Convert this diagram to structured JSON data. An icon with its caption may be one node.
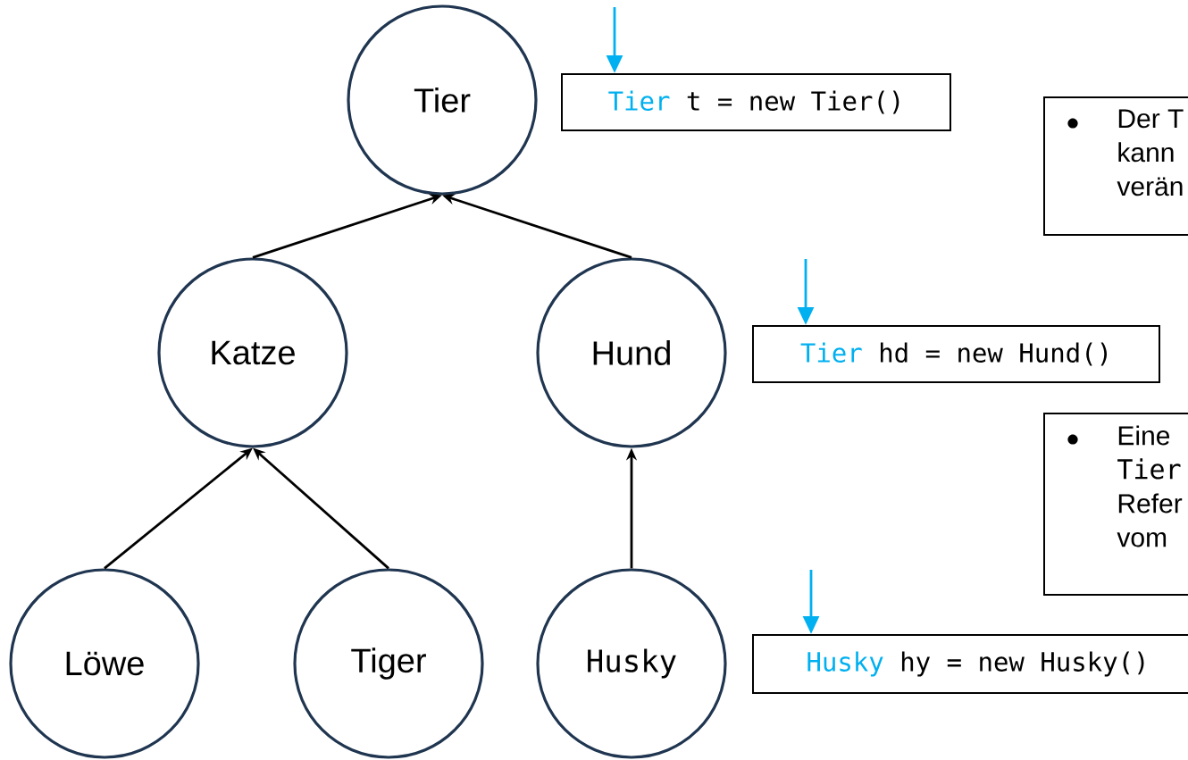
{
  "diagram": {
    "nodes": [
      {
        "text": [
          "Tier"
        ]
      },
      {
        "text": [
          "Tier",
          "t = new Tier()"
        ]
      },
      {
        "text": [
          "Der T",
          "kann",
          "verän"
        ]
      },
      {
        "text": [
          "Katze"
        ]
      },
      {
        "text": [
          "Hund"
        ]
      },
      {
        "text": [
          "Tier",
          "hd = new Hund()"
        ]
      },
      {
        "text": [
          "Eine",
          "Tier",
          "Refer",
          "vom"
        ]
      },
      {
        "text": [
          "Löwe"
        ]
      },
      {
        "text": [
          "Tiger"
        ]
      },
      {
        "text": [
          "Husky"
        ]
      },
      {
        "text": [
          "Husky",
          "hy = new Husky()"
        ]
      }
    ],
    "edges": [
      {
        "from": 3,
        "to": 0,
        "arrow": "to"
      },
      {
        "from": 4,
        "to": 0,
        "arrow": "to"
      },
      {
        "from": 7,
        "to": 3,
        "arrow": "to"
      },
      {
        "from": 8,
        "to": 3,
        "arrow": "to"
      },
      {
        "from": 9,
        "to": 4,
        "arrow": "to"
      },
      {
        "from": null,
        "to": 1,
        "arrow": "to",
        "color": "#00b0f0"
      },
      {
        "from": null,
        "to": 5,
        "arrow": "to",
        "color": "#00b0f0"
      },
      {
        "from": null,
        "to": 10,
        "arrow": "to",
        "color": "#00b0f0"
      }
    ]
  }
}
